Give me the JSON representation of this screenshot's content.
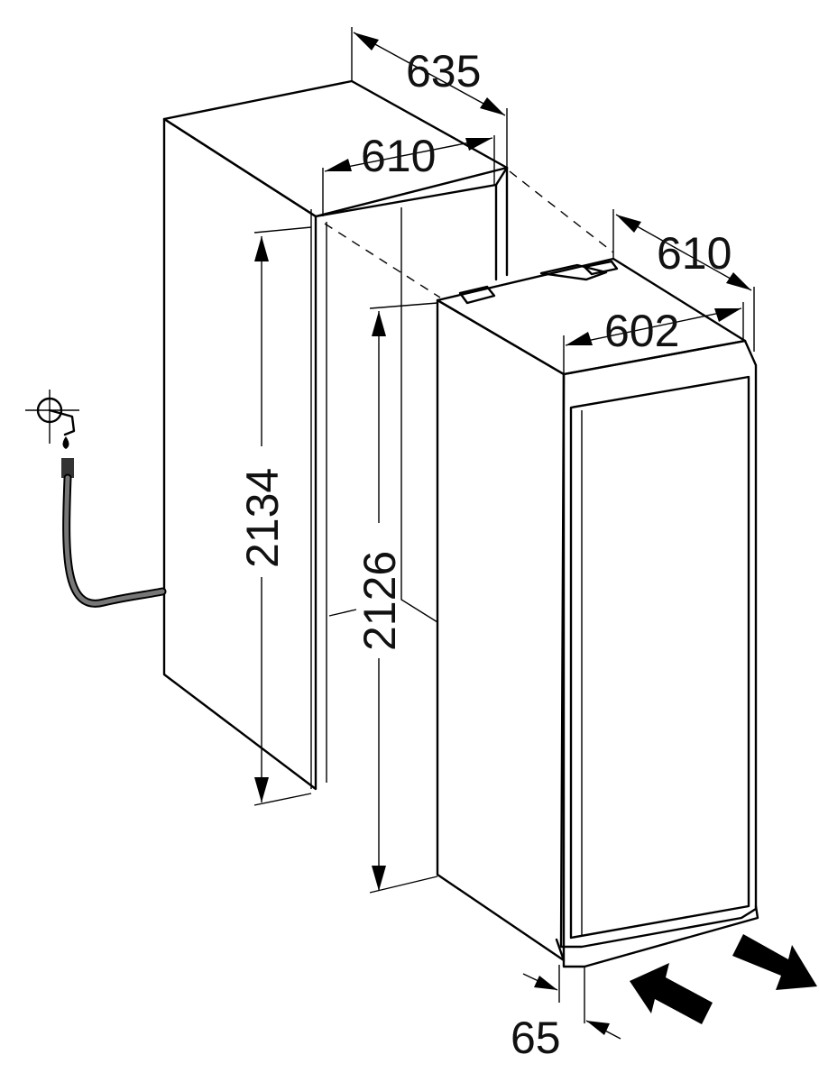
{
  "dimensions": {
    "niche_depth": "635",
    "niche_width": "610",
    "niche_height": "2134",
    "appliance_depth": "610",
    "appliance_width": "602",
    "appliance_height": "2126",
    "door_offset": "65"
  }
}
